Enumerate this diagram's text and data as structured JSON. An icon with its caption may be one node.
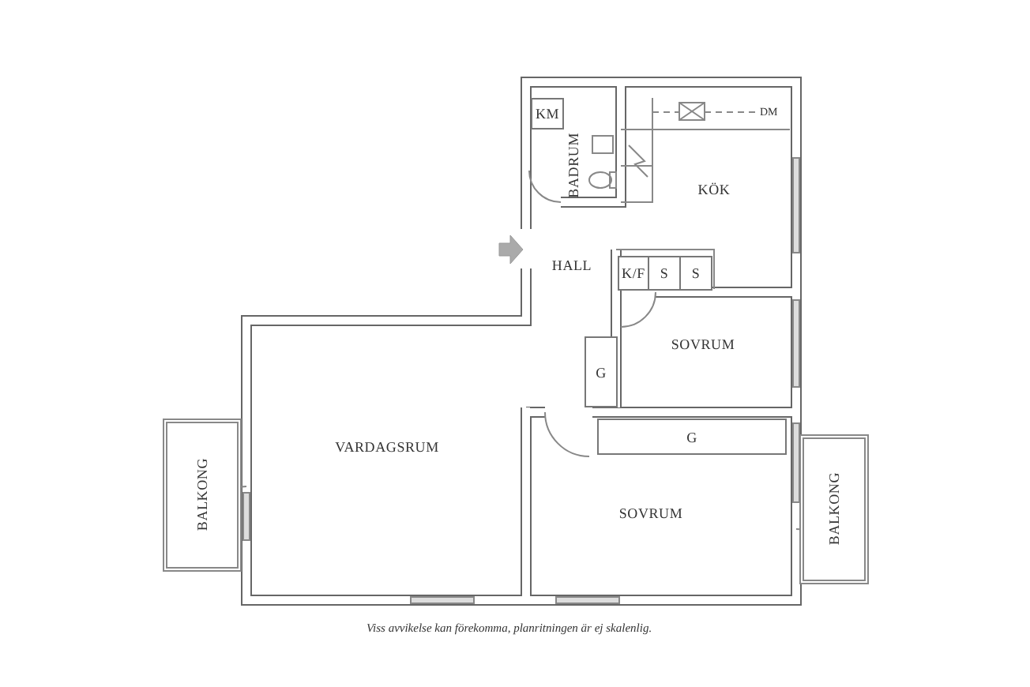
{
  "diagram": {
    "caption": "Viss avvikelse kan förekomma, planritningen är ej skalenlig.",
    "nodes": [
      {
        "text": [
          "KM"
        ]
      },
      {
        "text": [
          "BADRUM"
        ]
      },
      {
        "text": [
          "KÖK"
        ]
      },
      {
        "text": [
          "HALL"
        ]
      },
      {
        "text": [
          "K/F"
        ]
      },
      {
        "text": [
          "S"
        ]
      },
      {
        "text": [
          "S"
        ]
      },
      {
        "text": [
          "SOVRUM"
        ]
      },
      {
        "text": [
          "G"
        ]
      },
      {
        "text": [
          "VARDAGSRUM"
        ]
      },
      {
        "text": [
          "G"
        ]
      },
      {
        "text": [
          "BALKONG"
        ]
      },
      {
        "text": [
          "SOVRUM"
        ]
      },
      {
        "text": [
          "BALKONG"
        ]
      }
    ],
    "labels": [
      "DM"
    ]
  }
}
